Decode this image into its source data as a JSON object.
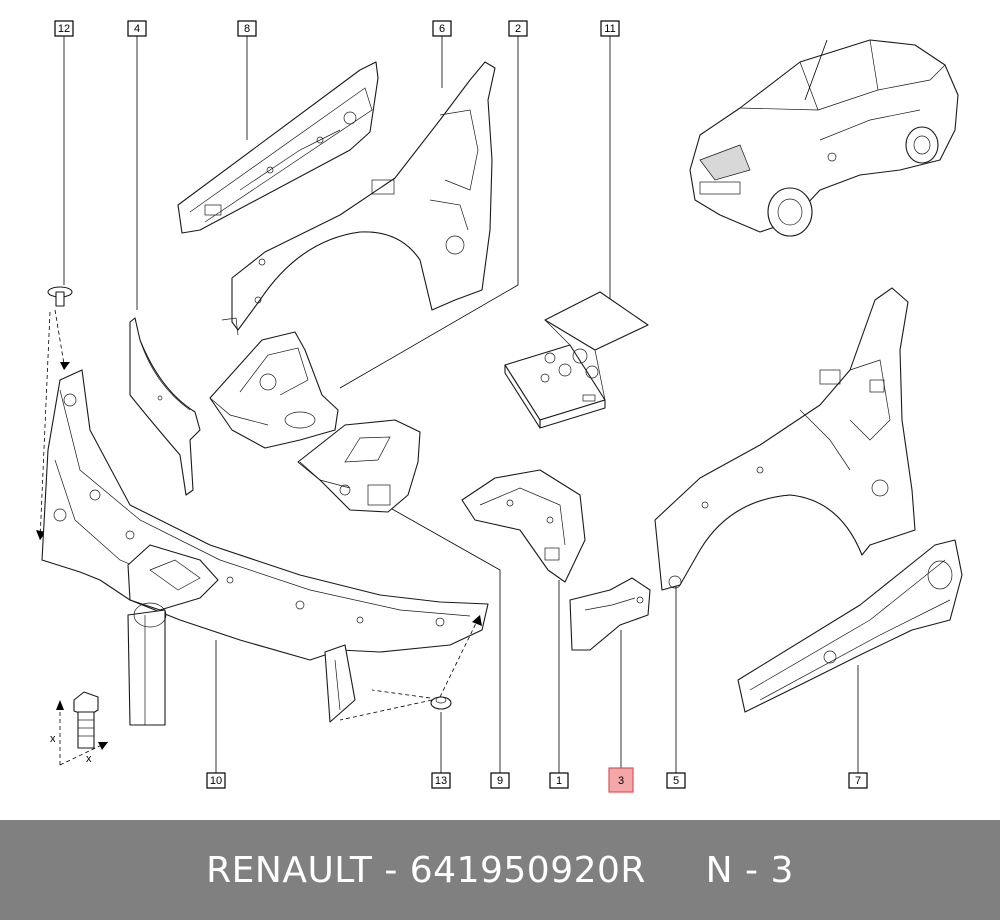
{
  "callouts": {
    "c12": "12",
    "c4": "4",
    "c8": "8",
    "c6": "6",
    "c2": "2",
    "c11": "11",
    "c10": "10",
    "c13": "13",
    "c9": "9",
    "c1": "1",
    "c3": "3",
    "c5": "5",
    "c7": "7"
  },
  "highlighted_callout": "3",
  "fastener_axis_labels": {
    "x1": "x",
    "x2": "x"
  },
  "footer": {
    "brand": "RENAULT",
    "separator1": " - ",
    "part_number": "641950920R",
    "spacer": "     ",
    "page_ref": "N - 3"
  },
  "colors": {
    "footer_bg": "#808080",
    "footer_text": "#ffffff",
    "highlight_fill": "#f4a7a9",
    "highlight_stroke": "#e0525a"
  }
}
